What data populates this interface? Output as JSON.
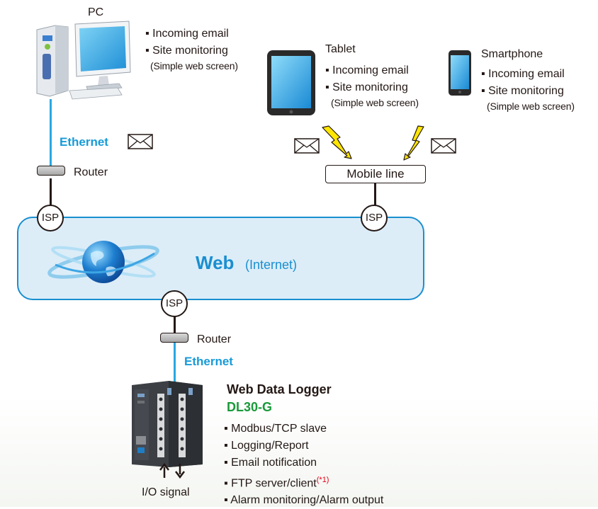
{
  "pc": {
    "label": "PC",
    "features": [
      "Incoming email",
      "Site monitoring"
    ],
    "note": "(Simple web screen)"
  },
  "tablet": {
    "label": "Tablet",
    "features": [
      "Incoming email",
      "Site monitoring"
    ],
    "note": "(Simple web screen)"
  },
  "smartphone": {
    "label": "Smartphone",
    "features": [
      "Incoming email",
      "Site monitoring"
    ],
    "note": "(Simple web screen)"
  },
  "network": {
    "ethernet_top": "Ethernet",
    "ethernet_bottom": "Ethernet",
    "router_top": "Router",
    "router_bottom": "Router",
    "mobile_line": "Mobile line",
    "isp_left": "ISP",
    "isp_right": "ISP",
    "isp_bottom": "ISP",
    "web_title": "Web",
    "web_subtitle": "(Internet)"
  },
  "logger": {
    "title": "Web Data Logger",
    "model": "DL30-G",
    "features": [
      "Modbus/TCP slave",
      "Logging/Report",
      "Email notification",
      "FTP server/client",
      "Alarm monitoring/Alarm output"
    ],
    "ftp_note": "(*1)",
    "io_label": "I/O signal"
  },
  "colors": {
    "ethernet_blue": "#179bd7",
    "web_border": "#1a8fd0",
    "web_fill": "#dcedf8",
    "model_green": "#1a9a3a",
    "note_red": "#e60012",
    "lightning_yellow": "#ffe600"
  }
}
